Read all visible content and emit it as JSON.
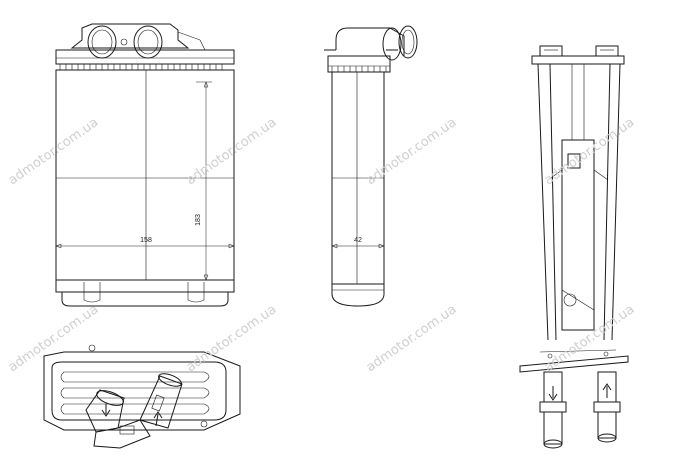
{
  "dimensions": {
    "width": "158",
    "height": "183",
    "depth": "42"
  },
  "watermark": {
    "text": "admotor.com.ua",
    "color": "#cfcfcf"
  },
  "colors": {
    "line": "#1a1a1a",
    "background": "#ffffff"
  },
  "icons": [
    "flow-arrow-icon",
    "pipe-inlet-icon",
    "pipe-outlet-icon"
  ]
}
